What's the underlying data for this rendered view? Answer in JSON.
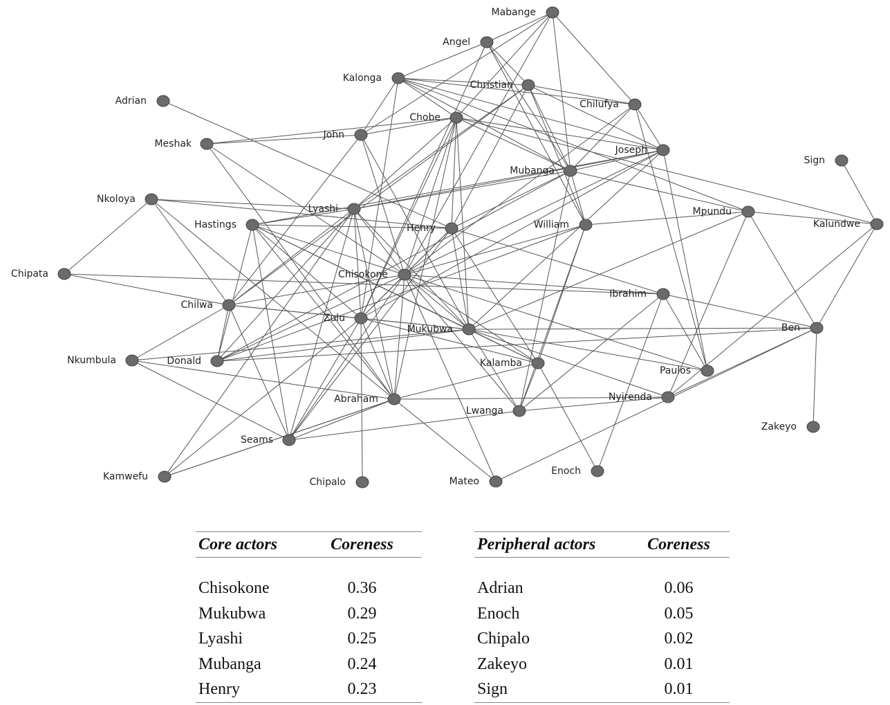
{
  "network": {
    "nodes": [
      {
        "id": "Mabange",
        "label": "Mabange"
      },
      {
        "id": "Angel",
        "label": "Angel"
      },
      {
        "id": "Kalonga",
        "label": "Kalonga"
      },
      {
        "id": "Christian",
        "label": "Christian"
      },
      {
        "id": "Chilufya",
        "label": "Chilufya"
      },
      {
        "id": "Adrian",
        "label": "Adrian"
      },
      {
        "id": "Chobe",
        "label": "Chobe"
      },
      {
        "id": "John",
        "label": "John"
      },
      {
        "id": "Meshak",
        "label": "Meshak"
      },
      {
        "id": "Joseph",
        "label": "Joseph"
      },
      {
        "id": "Sign",
        "label": "Sign"
      },
      {
        "id": "Mubanga",
        "label": "Mubanga"
      },
      {
        "id": "Nkoloya",
        "label": "Nkoloya"
      },
      {
        "id": "Lyashi",
        "label": "Lyashi"
      },
      {
        "id": "Hastings",
        "label": "Hastings"
      },
      {
        "id": "Henry",
        "label": "Henry"
      },
      {
        "id": "William",
        "label": "William"
      },
      {
        "id": "Mpundu",
        "label": "Mpundu"
      },
      {
        "id": "Kalundwe",
        "label": "Kalundwe"
      },
      {
        "id": "Chipata",
        "label": "Chipata"
      },
      {
        "id": "Chisokone",
        "label": "Chisokone"
      },
      {
        "id": "Ibrahim",
        "label": "Ibrahim"
      },
      {
        "id": "Chilwa",
        "label": "Chilwa"
      },
      {
        "id": "Zulu",
        "label": "Zulu"
      },
      {
        "id": "Mukubwa",
        "label": "Mukubwa"
      },
      {
        "id": "Ben",
        "label": "Ben"
      },
      {
        "id": "Nkumbula",
        "label": "Nkumbula"
      },
      {
        "id": "Donald",
        "label": "Donald"
      },
      {
        "id": "Kalamba",
        "label": "Kalamba"
      },
      {
        "id": "Paulos",
        "label": "Paulos"
      },
      {
        "id": "Abraham",
        "label": "Abraham"
      },
      {
        "id": "Nyirenda",
        "label": "Nyirenda"
      },
      {
        "id": "Lwanga",
        "label": "Lwanga"
      },
      {
        "id": "Seams",
        "label": "Seams"
      },
      {
        "id": "Zakeyo",
        "label": "Zakeyo"
      },
      {
        "id": "Kamwefu",
        "label": "Kamwefu"
      },
      {
        "id": "Chipalo",
        "label": "Chipalo"
      },
      {
        "id": "Mateo",
        "label": "Mateo"
      },
      {
        "id": "Enoch",
        "label": "Enoch"
      }
    ],
    "edges": [
      [
        "Mabange",
        "Angel"
      ],
      [
        "Mabange",
        "Chilufya"
      ],
      [
        "Mabange",
        "Chobe"
      ],
      [
        "Mabange",
        "John"
      ],
      [
        "Mabange",
        "Mubanga"
      ],
      [
        "Mabange",
        "Chisokone"
      ],
      [
        "Angel",
        "Kalonga"
      ],
      [
        "Angel",
        "Christian"
      ],
      [
        "Angel",
        "Mubanga"
      ],
      [
        "Angel",
        "William"
      ],
      [
        "Angel",
        "Zulu"
      ],
      [
        "Kalonga",
        "Christian"
      ],
      [
        "Kalonga",
        "Chilufya"
      ],
      [
        "Kalonga",
        "Chobe"
      ],
      [
        "Kalonga",
        "Joseph"
      ],
      [
        "Kalonga",
        "John"
      ],
      [
        "Kalonga",
        "Zulu"
      ],
      [
        "Kalonga",
        "Mubanga"
      ],
      [
        "Kalonga",
        "Mpundu"
      ],
      [
        "Christian",
        "Chilufya"
      ],
      [
        "Christian",
        "Mubanga"
      ],
      [
        "Christian",
        "William"
      ],
      [
        "Christian",
        "Henry"
      ],
      [
        "Christian",
        "Lyashi"
      ],
      [
        "Christian",
        "Chilwa"
      ],
      [
        "Christian",
        "Joseph"
      ],
      [
        "Chilufya",
        "Joseph"
      ],
      [
        "Chilufya",
        "Chisokone"
      ],
      [
        "Chilufya",
        "Paulos"
      ],
      [
        "Chilufya",
        "Mubanga"
      ],
      [
        "Adrian",
        "Henry"
      ],
      [
        "Chobe",
        "John"
      ],
      [
        "Chobe",
        "Mubanga"
      ],
      [
        "Chobe",
        "Henry"
      ],
      [
        "Chobe",
        "Lyashi"
      ],
      [
        "Chobe",
        "Chisokone"
      ],
      [
        "Chobe",
        "Zulu"
      ],
      [
        "Chobe",
        "Mukubwa"
      ],
      [
        "Chobe",
        "Joseph"
      ],
      [
        "Chobe",
        "Kalundwe"
      ],
      [
        "Chobe",
        "Abraham"
      ],
      [
        "John",
        "Meshak"
      ],
      [
        "John",
        "Chisokone"
      ],
      [
        "John",
        "Mukubwa"
      ],
      [
        "John",
        "Chilwa"
      ],
      [
        "Meshak",
        "Chobe"
      ],
      [
        "Meshak",
        "Chisokone"
      ],
      [
        "Meshak",
        "Abraham"
      ],
      [
        "Joseph",
        "Mubanga"
      ],
      [
        "Joseph",
        "Hastings"
      ],
      [
        "Joseph",
        "Chisokone"
      ],
      [
        "Joseph",
        "Lyashi"
      ],
      [
        "Joseph",
        "Mukubwa"
      ],
      [
        "Joseph",
        "Paulos"
      ],
      [
        "Joseph",
        "Zulu"
      ],
      [
        "Sign",
        "Kalundwe"
      ],
      [
        "Mubanga",
        "Henry"
      ],
      [
        "Mubanga",
        "Lyashi"
      ],
      [
        "Mubanga",
        "William"
      ],
      [
        "Mubanga",
        "Mpundu"
      ],
      [
        "Mubanga",
        "Lwanga"
      ],
      [
        "Mubanga",
        "Donald"
      ],
      [
        "Nkoloya",
        "Lyashi"
      ],
      [
        "Nkoloya",
        "Henry"
      ],
      [
        "Nkoloya",
        "Chipata"
      ],
      [
        "Nkoloya",
        "Chilwa"
      ],
      [
        "Nkoloya",
        "Abraham"
      ],
      [
        "Lyashi",
        "Hastings"
      ],
      [
        "Lyashi",
        "Chisokone"
      ],
      [
        "Lyashi",
        "Zulu"
      ],
      [
        "Lyashi",
        "Chilwa"
      ],
      [
        "Lyashi",
        "Donald"
      ],
      [
        "Lyashi",
        "Seams"
      ],
      [
        "Lyashi",
        "Mukubwa"
      ],
      [
        "Lyashi",
        "Abraham"
      ],
      [
        "Lyashi",
        "Kamwefu"
      ],
      [
        "Hastings",
        "Henry"
      ],
      [
        "Hastings",
        "Chisokone"
      ],
      [
        "Hastings",
        "Mukubwa"
      ],
      [
        "Hastings",
        "Zulu"
      ],
      [
        "Hastings",
        "Donald"
      ],
      [
        "Hastings",
        "Seams"
      ],
      [
        "Hastings",
        "Kalamba"
      ],
      [
        "Hastings",
        "Abraham"
      ],
      [
        "Henry",
        "Chisokone"
      ],
      [
        "Henry",
        "Mukubwa"
      ],
      [
        "Henry",
        "Ibrahim"
      ],
      [
        "Henry",
        "Zulu"
      ],
      [
        "Henry",
        "Seams"
      ],
      [
        "Henry",
        "Kalamba"
      ],
      [
        "William",
        "Chisokone"
      ],
      [
        "William",
        "Mpundu"
      ],
      [
        "William",
        "Lwanga"
      ],
      [
        "William",
        "Kalamba"
      ],
      [
        "William",
        "Donald"
      ],
      [
        "Mpundu",
        "Kalundwe"
      ],
      [
        "Mpundu",
        "Ben"
      ],
      [
        "Mpundu",
        "Mukubwa"
      ],
      [
        "Mpundu",
        "Nyirenda"
      ],
      [
        "Kalundwe",
        "Ben"
      ],
      [
        "Kalundwe",
        "Nyirenda"
      ],
      [
        "Chipata",
        "Chilwa"
      ],
      [
        "Chipata",
        "Ibrahim"
      ],
      [
        "Chisokone",
        "Zulu"
      ],
      [
        "Chisokone",
        "Mukubwa"
      ],
      [
        "Chisokone",
        "Abraham"
      ],
      [
        "Chisokone",
        "Seams"
      ],
      [
        "Chisokone",
        "Kalamba"
      ],
      [
        "Chisokone",
        "Ibrahim"
      ],
      [
        "Chisokone",
        "Paulos"
      ],
      [
        "Chisokone",
        "Donald"
      ],
      [
        "Chisokone",
        "Mateo"
      ],
      [
        "Chisokone",
        "Chilwa"
      ],
      [
        "Chisokone",
        "Lwanga"
      ],
      [
        "Ibrahim",
        "Ben"
      ],
      [
        "Ibrahim",
        "Lwanga"
      ],
      [
        "Ibrahim",
        "Paulos"
      ],
      [
        "Ibrahim",
        "Enoch"
      ],
      [
        "Chilwa",
        "Zulu"
      ],
      [
        "Chilwa",
        "Donald"
      ],
      [
        "Chilwa",
        "Mukubwa"
      ],
      [
        "Chilwa",
        "Seams"
      ],
      [
        "Zulu",
        "Mukubwa"
      ],
      [
        "Zulu",
        "Abraham"
      ],
      [
        "Zulu",
        "Seams"
      ],
      [
        "Zulu",
        "Chipalo"
      ],
      [
        "Zulu",
        "Kalamba"
      ],
      [
        "Zulu",
        "Kamwefu"
      ],
      [
        "Mukubwa",
        "Kalamba"
      ],
      [
        "Mukubwa",
        "Lwanga"
      ],
      [
        "Mukubwa",
        "Paulos"
      ],
      [
        "Mukubwa",
        "Ben"
      ],
      [
        "Mukubwa",
        "Donald"
      ],
      [
        "Mukubwa",
        "Nyirenda"
      ],
      [
        "Ben",
        "Zakeyo"
      ],
      [
        "Ben",
        "Donald"
      ],
      [
        "Ben",
        "Nyirenda"
      ],
      [
        "Nkumbula",
        "Chilwa"
      ],
      [
        "Nkumbula",
        "Abraham"
      ],
      [
        "Nkumbula",
        "Seams"
      ],
      [
        "Nkumbula",
        "Mukubwa"
      ],
      [
        "Kalamba",
        "Enoch"
      ],
      [
        "Kalamba",
        "Lwanga"
      ],
      [
        "Abraham",
        "Nyirenda"
      ],
      [
        "Abraham",
        "Seams"
      ],
      [
        "Abraham",
        "Mateo"
      ],
      [
        "Abraham",
        "Kamwefu"
      ],
      [
        "Abraham",
        "Kalamba"
      ],
      [
        "Lwanga",
        "Nyirenda"
      ],
      [
        "Lwanga",
        "Seams"
      ],
      [
        "Mateo",
        "Ben"
      ],
      [
        "Kamwefu",
        "Abraham"
      ]
    ]
  },
  "core_table": {
    "headers": [
      "Core actors",
      "Coreness"
    ],
    "rows": [
      [
        "Chisokone",
        "0.36"
      ],
      [
        "Mukubwa",
        "0.29"
      ],
      [
        "Lyashi",
        "0.25"
      ],
      [
        "Mubanga",
        "0.24"
      ],
      [
        "Henry",
        "0.23"
      ]
    ]
  },
  "peripheral_table": {
    "headers": [
      "Peripheral actors",
      "Coreness"
    ],
    "rows": [
      [
        "Adrian",
        "0.06"
      ],
      [
        "Enoch",
        "0.05"
      ],
      [
        "Chipalo",
        "0.02"
      ],
      [
        "Zakeyo",
        "0.01"
      ],
      [
        "Sign",
        "0.01"
      ]
    ]
  }
}
